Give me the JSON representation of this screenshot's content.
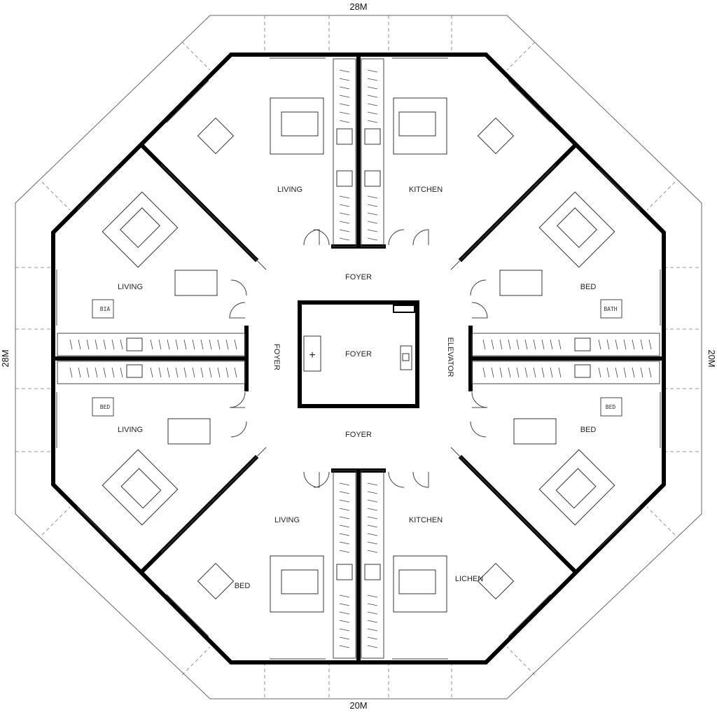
{
  "dimensions": {
    "top": "28M",
    "bottom": "20M",
    "left": "28M",
    "right": "20M"
  },
  "core": {
    "center": "FOYER",
    "top": "FOYER",
    "bottom": "FOYER",
    "left": "FOYER",
    "right": "ELEVATOR"
  },
  "rooms": {
    "north_west": "LIVING",
    "north_east": "KITCHEN",
    "west_upper": "LIVING",
    "west_lower": "LIVING",
    "east_upper": "BED",
    "east_lower": "BED",
    "south_west": "LIVING",
    "south_east": "KITCHEN",
    "south_west_small": "BED",
    "south_east_small": "LICHEN"
  },
  "small_labels": {
    "west_upper_bath": "BIA",
    "west_lower_bed": "BED",
    "east_upper_bath": "BATH",
    "east_lower_bed": "BED"
  },
  "icons": [
    "elevator-icon",
    "cross-marker-icon",
    "door-swing-icon",
    "stove-icon",
    "bed-icon",
    "table-icon"
  ]
}
